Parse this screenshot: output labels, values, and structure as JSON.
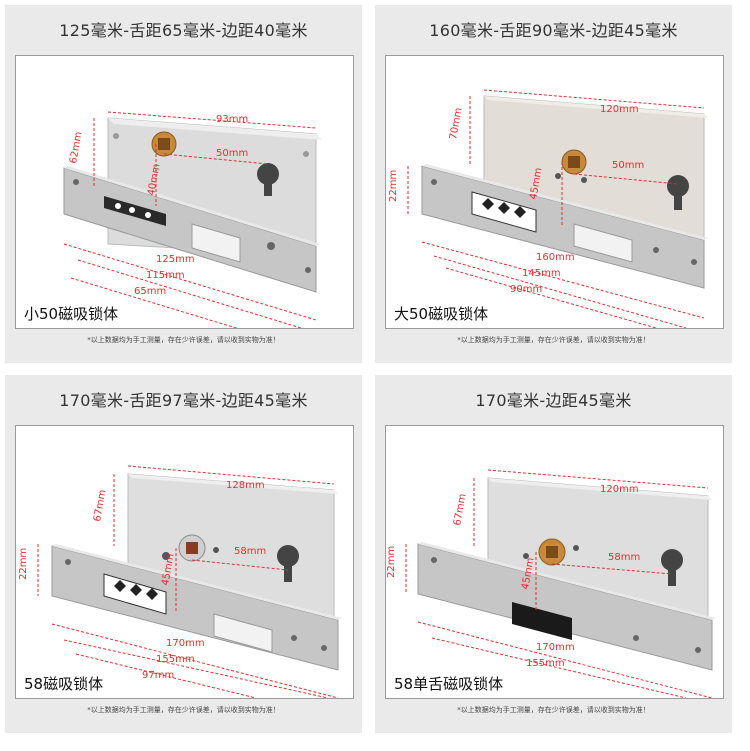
{
  "panels": [
    {
      "title": "125毫米-舌距65毫米-边距40毫米",
      "caption": "小50磁吸锁体",
      "note": "*以上数据均为手工测量，存在少许误差，请以收到实物为准！",
      "dims": {
        "width": "93mm",
        "height": "62mm",
        "hole": "50mm",
        "backset": "40mm",
        "plate": "125mm",
        "tongue": "115mm",
        "edge": "65mm"
      }
    },
    {
      "title": "160毫米-舌距90毫米-边距45毫米",
      "caption": "大50磁吸锁体",
      "note": "*以上数据均为手工测量，存在少许误差，请以收到实物为准！",
      "dims": {
        "width": "120mm",
        "height": "70mm",
        "hole": "50mm",
        "backset": "45mm",
        "faceplate_w": "22mm",
        "plate": "160mm",
        "tongue": "145mm",
        "edge": "90mm"
      }
    },
    {
      "title": "170毫米-舌距97毫米-边距45毫米",
      "caption": "58磁吸锁体",
      "note": "*以上数据均为手工测量，存在少许误差，请以收到实物为准！",
      "dims": {
        "width": "128mm",
        "height": "67mm",
        "hole": "58mm",
        "backset": "45mm",
        "faceplate_w": "22mm",
        "plate": "170mm",
        "tongue": "155mm",
        "edge": "97mm"
      }
    },
    {
      "title": "170毫米-边距45毫米",
      "caption": "58单舌磁吸锁体",
      "note": "*以上数据均为手工测量，存在少许误差，请以收到实物为准！",
      "dims": {
        "width": "120mm",
        "height": "67mm",
        "hole": "58mm",
        "backset": "45mm",
        "faceplate_w": "22mm",
        "plate": "170mm",
        "tongue": "155mm"
      }
    }
  ],
  "colors": {
    "dimension": "#e03030",
    "body": "#d9d9d9",
    "plate": "#c9c9c9",
    "brass": "#c8893a",
    "background": "#eaeaea"
  }
}
